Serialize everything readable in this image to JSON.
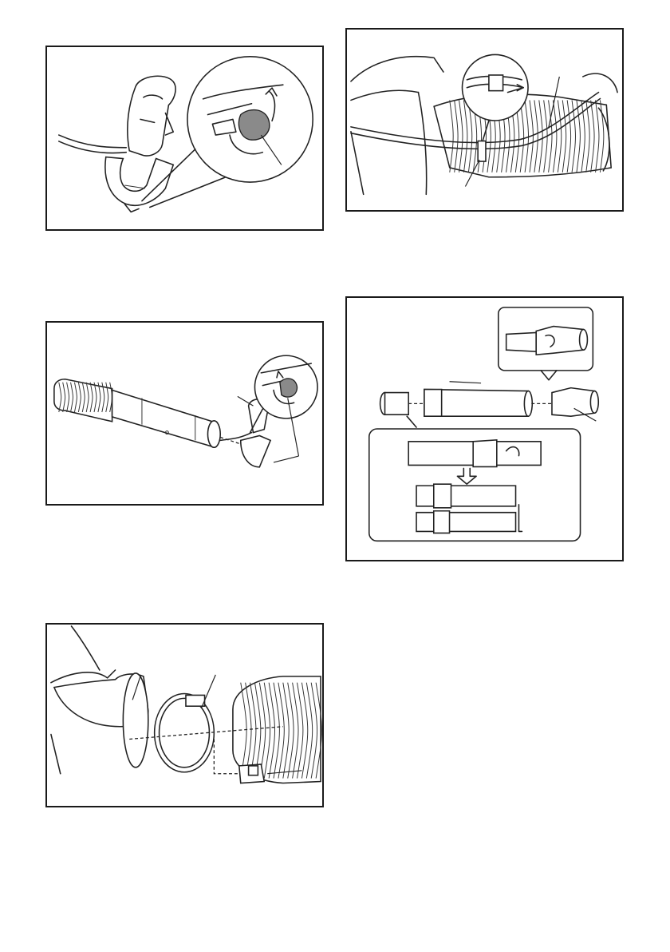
{
  "figures": [
    {
      "id": "fig-1",
      "description": ""
    },
    {
      "id": "fig-2",
      "description": ""
    },
    {
      "id": "fig-3",
      "description": ""
    },
    {
      "id": "fig-4",
      "description": ""
    },
    {
      "id": "fig-5",
      "description": ""
    }
  ]
}
